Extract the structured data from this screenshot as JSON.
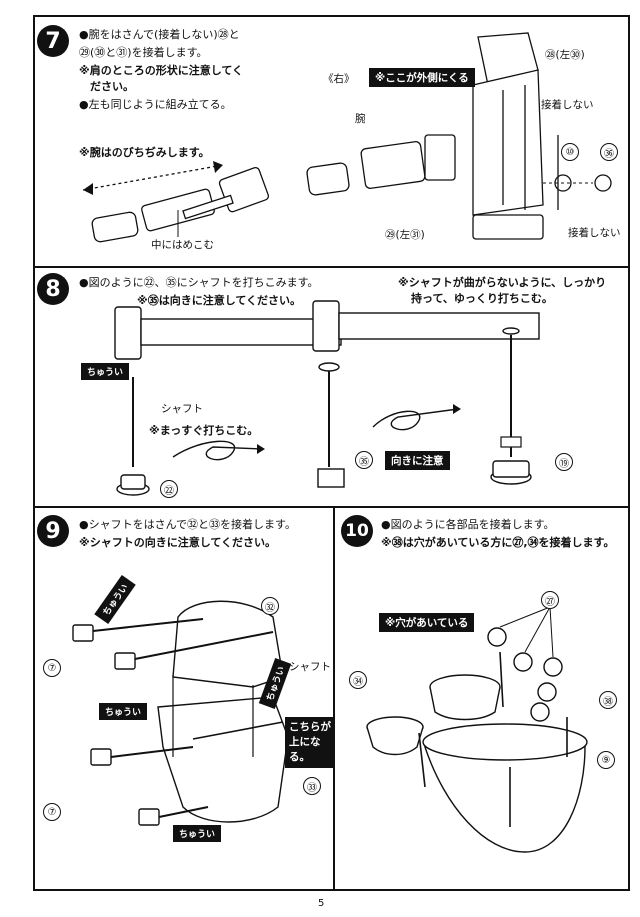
{
  "steps": [
    {
      "number": "7",
      "lines": [
        "●腕をはさんで(接着しない)㉘と",
        "㉙(㉚と㉛)を接着します。",
        "※肩のところの形状に注意してく",
        "　ださい。",
        "●左も同じように組み立てる。"
      ],
      "sub_note": "※腕はのびちぢみします。",
      "inner_note": "中にはめこむ",
      "side_label": "《右》",
      "callout": "※ここが外側にくる",
      "arm_label": "腕",
      "parts": {
        "p28": "㉘(左㉚)",
        "p29": "㉙(左㉛)",
        "p10": "⑩",
        "p36": "㊱",
        "no_glue_1": "接着しない",
        "no_glue_2": "接着しない"
      }
    },
    {
      "number": "8",
      "lines": [
        "●図のように㉒、㉟にシャフトを打ちこみます。",
        "※㉟は向きに注意してください。"
      ],
      "right_note_1": "※シャフトが曲がらないように、しっかり",
      "right_note_2": "持って、ゆっくり打ちこむ。",
      "shaft_label": "シャフト",
      "straight_note": "※まっすぐ打ちこむ。",
      "orientation_badge": "向きに注意",
      "caution": "ちゅうい",
      "parts": {
        "p22": "㉒",
        "p35": "㉟",
        "p19": "⑲"
      }
    },
    {
      "number": "9",
      "lines": [
        "●シャフトをはさんで㉜と㉝を接着します。",
        "※シャフトの向きに注意してください。"
      ],
      "shaft_label": "シャフト",
      "up_note": [
        "こちらが",
        "上にな",
        "る。"
      ],
      "caution": "ちゅうい",
      "parts": {
        "p32": "㉜",
        "p33": "㉝",
        "p7": "⑦"
      }
    },
    {
      "number": "10",
      "lines": [
        "●図のように各部品を接着します。",
        "※㊳は穴があいている方に㉗,㉞を接着します。"
      ],
      "hole_badge": "※穴があいている",
      "parts": {
        "p27": "㉗",
        "p34": "㉞",
        "p38": "㊳",
        "p9": "⑨"
      }
    }
  ],
  "page_number": "5"
}
